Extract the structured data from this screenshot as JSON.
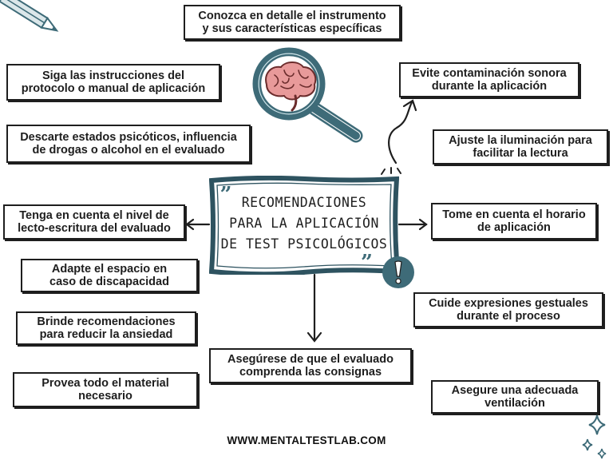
{
  "center_title": {
    "lines": [
      "RECOMENDACIONES",
      "PARA LA APLICACIÓN",
      "DE TEST PSICOLÓGICOS"
    ],
    "open_quote": "„",
    "close_quote": "”"
  },
  "cards": {
    "top": [
      "Conozca en detalle el instrumento",
      "y sus características específicas"
    ],
    "protocolo": [
      "Siga las instrucciones del",
      "protocolo o manual de aplicación"
    ],
    "psicoticos": [
      "Descarte estados psicóticos, influencia",
      "de drogas o alcohol en el evaluado"
    ],
    "lecto": [
      "Tenga en cuenta el nivel de",
      "lecto-escritura del evaluado"
    ],
    "espacio": [
      "Adapte el espacio en",
      "caso de discapacidad"
    ],
    "ansiedad": [
      "Brinde recomendaciones",
      "para reducir la ansiedad"
    ],
    "material": [
      "Provea todo el material",
      "necesario"
    ],
    "consignas": [
      "Asegúrese de que el evaluado",
      "comprenda las consignas"
    ],
    "sonora": [
      "Evite contaminación sonora",
      "durante la aplicación"
    ],
    "iluminacion": [
      "Ajuste la iluminación para",
      "facilitar la lectura"
    ],
    "horario": [
      "Tome en cuenta el horario",
      "de aplicación"
    ],
    "gestuales": [
      "Cuide expresiones gestuales",
      "durante el proceso"
    ],
    "ventilacion": [
      "Asegure una adecuada",
      "ventilación"
    ]
  },
  "footer": "WWW.MENTALTESTLAB.COM",
  "icons": {
    "illustration": "magnifier-brain-icon",
    "pencil": "pencil-icon",
    "alert": "exclamation-icon",
    "sparkles": "sparkle-icon"
  },
  "colors": {
    "ink": "#1e1e1e",
    "accent": "#3e6b78",
    "brain": "#e89a9a",
    "lens": "#cfe5ea"
  }
}
